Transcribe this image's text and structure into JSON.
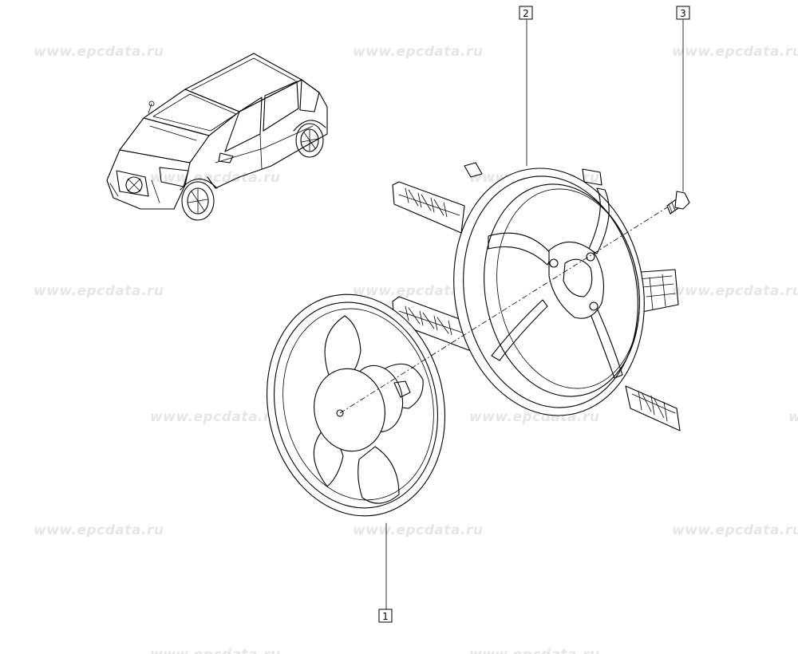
{
  "watermark": "www.epcdata.ru",
  "callouts": [
    {
      "id": "callout-1",
      "number": "1",
      "part": "fan-assembly"
    },
    {
      "id": "callout-2",
      "number": "2",
      "part": "fan-shroud"
    },
    {
      "id": "callout-3",
      "number": "3",
      "part": "bolt"
    }
  ]
}
